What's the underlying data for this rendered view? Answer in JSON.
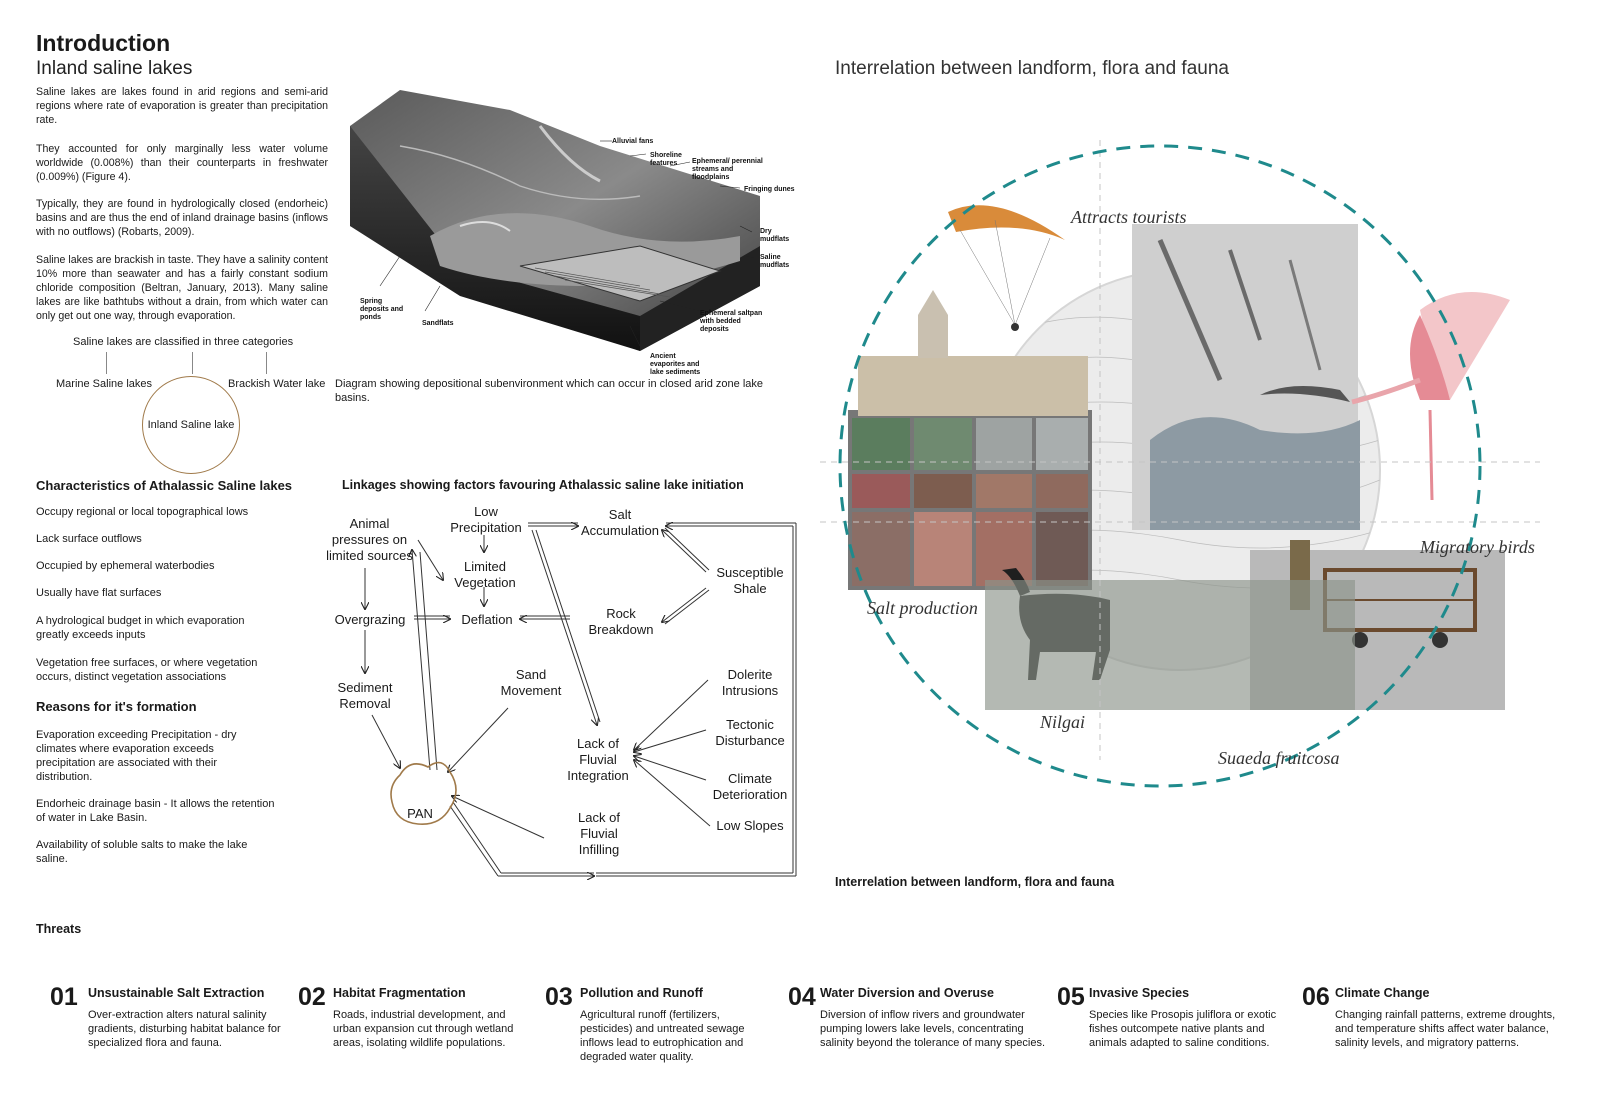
{
  "intro": {
    "title": "Introduction",
    "subtitle": "Inland saline lakes",
    "paragraphs": [
      "Saline lakes are lakes found in arid regions and semi-arid regions where rate of evaporation is greater than precipitation rate.",
      "They accounted for only marginally less water volume worldwide (0.008%) than their counterparts in freshwater (0.009%) (Figure 4).",
      "Typically, they are found in hydrologically closed (endorheic) basins and are thus the end of inland drainage basins (inflows with no outflows) (Robarts, 2009).",
      "Saline lakes are brackish in taste. They have a salinity content 10% more than seawater and has a fairly constant sodium chloride composition (Beltran, January, 2013). Many saline lakes are like bathtubs without a drain, from which water can only get out one way, through evaporation."
    ]
  },
  "classification": {
    "heading": "Saline lakes are classified in three categories",
    "marine": "Marine Saline lakes",
    "brackish": "Brackish Water lake",
    "inland": "Inland Saline lake"
  },
  "block_diagram": {
    "labels": {
      "alluvial": "Alluvial fans",
      "shoreline": "Shoreline features",
      "ephemeral_streams": "Ephemeral/ perennial streams and floodplains",
      "fringing": "Fringing dunes",
      "dry": "Dry mudflats",
      "saline": "Saline mudflats",
      "spring": "Spring deposits and ponds",
      "sandflats": "Sandflats",
      "saltpan": "Ephemeral saltpan with bedded deposits",
      "ancient": "Ancient evaporites and lake sediments"
    },
    "caption": "Diagram showing depositional subenvironment which can occur in closed arid zone lake basins."
  },
  "characteristics": {
    "title": "Characteristics of Athalassic Saline lakes",
    "items": [
      "Occupy regional or local topographical lows",
      "Lack surface outflows",
      "Occupied by ephemeral waterbodies",
      "Usually have flat surfaces",
      "A hydrological budget in which evaporation greatly exceeds inputs",
      "Vegetation free surfaces, or where vegetation occurs, distinct vegetation associations"
    ]
  },
  "reasons": {
    "title": "Reasons for it's formation",
    "items": [
      "Evaporation exceeding Precipitation - dry climates where evaporation exceeds precipitation are associated with their distribution.",
      "Endorheic drainage basin - It allows the retention of water in Lake Basin.",
      "Availability of soluble salts to make the lake saline."
    ]
  },
  "linkages": {
    "title": "Linkages showing factors favouring Athalassic saline lake initiation",
    "nodes": {
      "animal": "Animal pressures on limited sources",
      "low_precip": "Low Precipitation",
      "salt_acc": "Salt Accumulation",
      "limited_veg": "Limited Vegetation",
      "susceptible": "Susceptible Shale",
      "overgrazing": "Overgrazing",
      "deflation": "Deflation",
      "rock": "Rock Breakdown",
      "sediment": "Sediment Removal",
      "sand": "Sand Movement",
      "dolerite": "Dolerite Intrusions",
      "tectonic": "Tectonic Disturbance",
      "lack_integration": "Lack of Fluvial Integration",
      "climate": "Climate Deterioration",
      "low_slopes": "Low Slopes",
      "pan": "PAN",
      "lack_infilling": "Lack of Fluvial Infilling"
    }
  },
  "interrelation": {
    "title": "Interrelation between landform, flora and fauna",
    "caption": "Interrelation between landform, flora and fauna",
    "labels": {
      "tourists": "Attracts tourists",
      "birds": "Migratory birds",
      "salt": "Salt production",
      "nilgai": "Nilgai",
      "suaeda": "Suaeda fruitcosa"
    },
    "accent_color": "#1f8a8c"
  },
  "threats": {
    "title": "Threats",
    "items": [
      {
        "num": "01",
        "title": "Unsustainable Salt Extraction",
        "desc": "Over-extraction alters natural salinity gradients, disturbing habitat balance for specialized flora and fauna."
      },
      {
        "num": "02",
        "title": "Habitat Fragmentation",
        "desc": "Roads, industrial development, and urban expansion cut through wetland areas, isolating wildlife populations."
      },
      {
        "num": "03",
        "title": "Pollution and Runoff",
        "desc": "Agricultural runoff (fertilizers, pesticides) and untreated sewage inflows lead to eutrophication and degraded water quality."
      },
      {
        "num": "04",
        "title": "Water Diversion and Overuse",
        "desc": "Diversion of inflow rivers and groundwater pumping lowers lake levels, concentrating salinity beyond the tolerance of many species."
      },
      {
        "num": "05",
        "title": "Invasive Species",
        "desc": "Species like Prosopis juliflora or exotic fishes outcompete native plants and animals adapted to saline conditions."
      },
      {
        "num": "06",
        "title": "Climate Change",
        "desc": "Changing rainfall patterns, extreme droughts, and temperature shifts affect water balance, salinity levels, and migratory patterns."
      }
    ]
  }
}
